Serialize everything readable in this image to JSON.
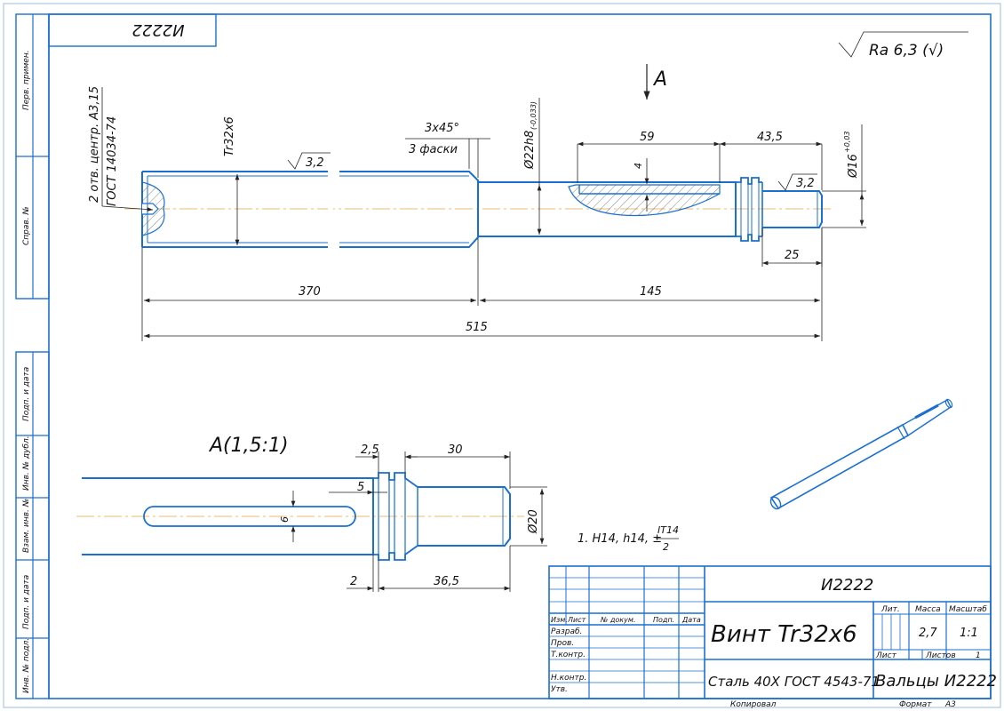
{
  "frame": {
    "top_stamp": "И2222",
    "side_labels": [
      "Перв. примен.",
      "Справ. №",
      "Подп. и дата",
      "Инв. № дубл.",
      "Взам. инв. №",
      "Подп. и дата",
      "Инв. № подл."
    ]
  },
  "roughness": {
    "general": "Ra 6,3 (√)",
    "local": "3,2"
  },
  "main_view": {
    "center_note_1": "2 отв. центр. А3,15",
    "center_note_2": "ГОСТ 14034-74",
    "thread": "Tr32x6",
    "chamfer_1": "3х45°",
    "chamfer_2": "3 фаски",
    "diam_22": "Ø22h8",
    "diam_22_tol": "(-0,033)",
    "diam_16": "Ø16",
    "diam_16_tol": "+0,03",
    "view_arrow": "A",
    "dim_59": "59",
    "dim_43_5": "43,5",
    "dim_4": "4",
    "dim_25": "25",
    "dim_370": "370",
    "dim_145": "145",
    "dim_515": "515"
  },
  "detail_view": {
    "title": "A(1,5:1)",
    "dim_2_5": "2,5",
    "dim_30": "30",
    "dim_5": "5",
    "dim_6": "6",
    "dim_20": "Ø20",
    "dim_2": "2",
    "dim_36_5": "36,5"
  },
  "note": {
    "text": "1. H14, h14, ±",
    "frac_top": "IT14",
    "frac_bottom": "2"
  },
  "title_block": {
    "doc_code": "И2222",
    "name": "Винт Tr32х6",
    "material": "Сталь 40Х  ГОСТ 4543-71",
    "org": "Вальцы И2222",
    "col_headers": [
      "Изм.",
      "Лист",
      "№ докум.",
      "Подп.",
      "Дата"
    ],
    "roles": [
      "Разраб.",
      "Пров.",
      "Т.контр.",
      "Н.контр.",
      "Утв."
    ],
    "lit_label": "Лит.",
    "mass_label": "Масса",
    "scale_label": "Масштаб",
    "mass_value": "2,7",
    "scale_value": "1:1",
    "sheet_label": "Лист",
    "sheets_label": "Листов",
    "sheets_value": "1",
    "copied": "Копировал",
    "format_label": "Формат",
    "format_value": "А3"
  }
}
